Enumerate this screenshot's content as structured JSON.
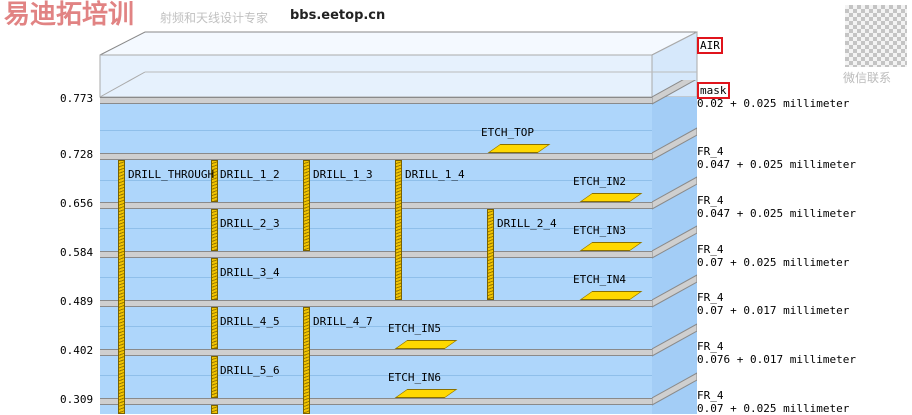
{
  "left_axis": [
    "0.773",
    "0.728",
    "0.656",
    "0.584",
    "0.489",
    "0.402",
    "0.309"
  ],
  "air_label": "AIR",
  "layers": [
    {
      "name": "mask",
      "thickness": "0.02 + 0.025 millimeter"
    },
    {
      "name": "FR_4",
      "thickness": "0.047 + 0.025 millimeter"
    },
    {
      "name": "FR_4",
      "thickness": "0.047 + 0.025 millimeter"
    },
    {
      "name": "FR_4",
      "thickness": "0.07 + 0.025 millimeter"
    },
    {
      "name": "FR_4",
      "thickness": "0.07 + 0.017 millimeter"
    },
    {
      "name": "FR_4",
      "thickness": "0.076 + 0.017 millimeter"
    },
    {
      "name": "FR_4",
      "thickness": "0.07 + 0.025 millimeter"
    }
  ],
  "drills": [
    "DRILL_THROUGH",
    "DRILL_1_2",
    "DRILL_1_3",
    "DRILL_1_4",
    "DRILL_2_3",
    "DRILL_2_4",
    "DRILL_3_4",
    "DRILL_4_5",
    "DRILL_4_7",
    "DRILL_5_6"
  ],
  "etches": [
    "ETCH_TOP",
    "ETCH_IN2",
    "ETCH_IN3",
    "ETCH_IN4",
    "ETCH_IN5",
    "ETCH_IN6"
  ],
  "watermark": {
    "qr_caption": "微信联系",
    "brand": "易迪拓培训",
    "sub": "射频和天线设计专家",
    "url": "bbs.eetop.cn"
  }
}
